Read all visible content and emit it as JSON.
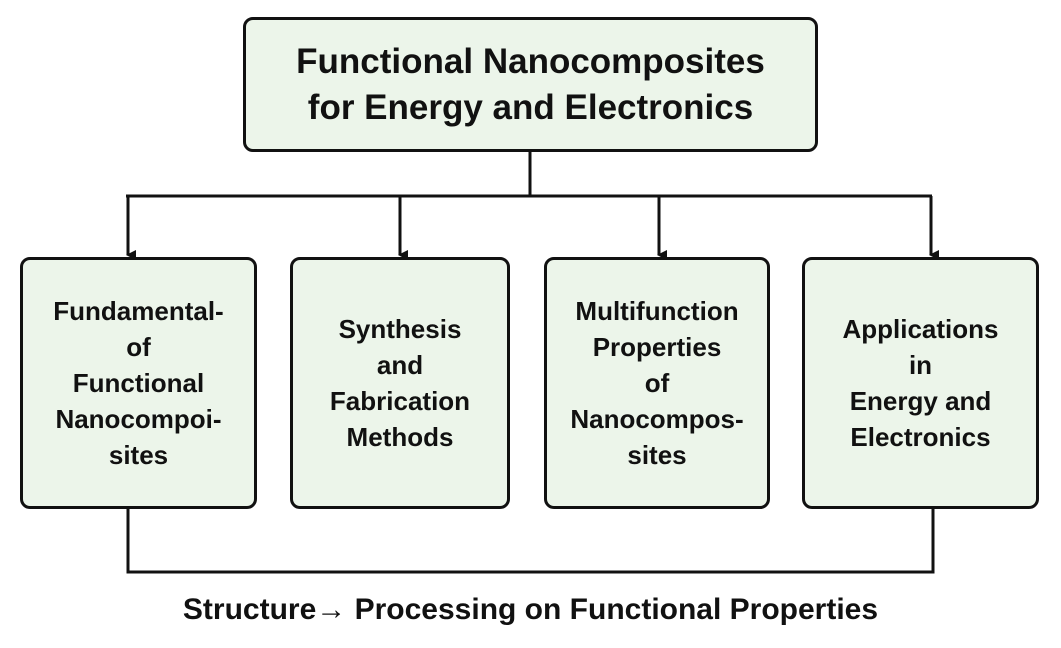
{
  "diagram": {
    "root": {
      "lines": [
        "Functional Nanocomposites",
        "for Energy and Electronics"
      ]
    },
    "children": [
      {
        "lines": [
          "Fundamental-",
          "of",
          "Functional",
          "Nanocompoi-",
          "sites"
        ]
      },
      {
        "lines": [
          "Synthesis",
          "and",
          "Fabrication",
          "Methods"
        ]
      },
      {
        "lines": [
          "Multifunction",
          "Properties",
          "of",
          "Nanocompos-",
          "sites"
        ]
      },
      {
        "lines": [
          "Applications",
          "in",
          "Energy and",
          "Electronics"
        ]
      }
    ],
    "footer": "Structure→ Processing on Functional Properties"
  }
}
